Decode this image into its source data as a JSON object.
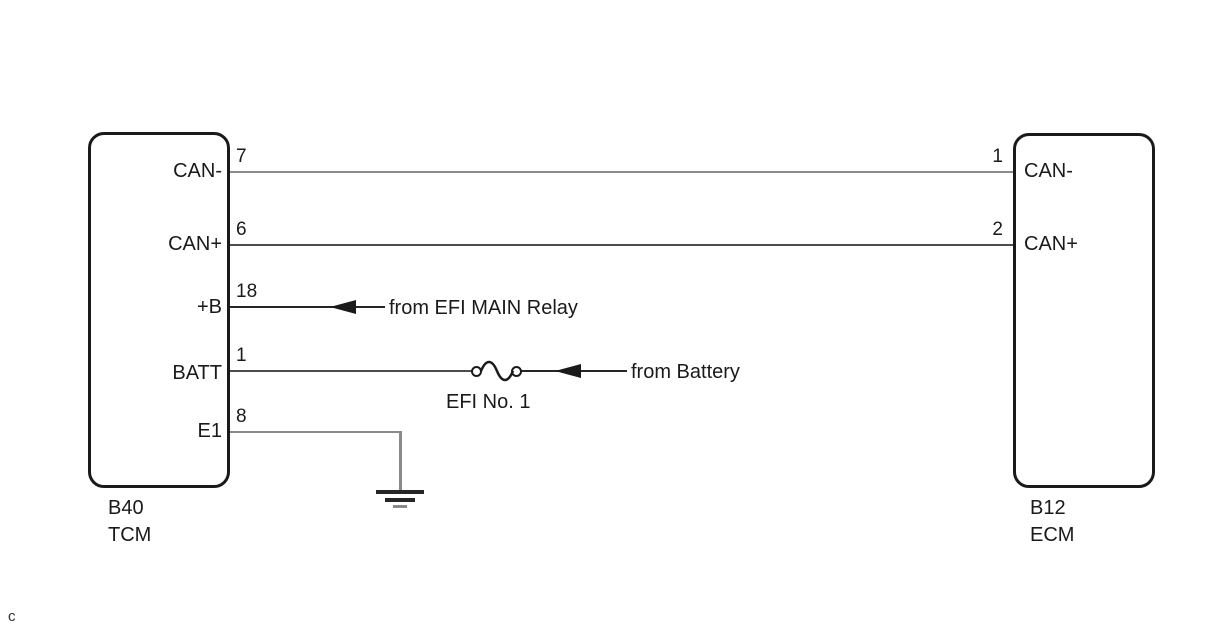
{
  "connectors": {
    "left": {
      "code": "B40",
      "name": "TCM",
      "pins": [
        {
          "label": "CAN-",
          "number": "7"
        },
        {
          "label": "CAN+",
          "number": "6"
        },
        {
          "label": "+B",
          "number": "18"
        },
        {
          "label": "BATT",
          "number": "1"
        },
        {
          "label": "E1",
          "number": "8"
        }
      ]
    },
    "right": {
      "code": "B12",
      "name": "ECM",
      "pins": [
        {
          "label": "CAN-",
          "number": "1"
        },
        {
          "label": "CAN+",
          "number": "2"
        }
      ]
    }
  },
  "annotations": {
    "efi_main_relay": "from EFI MAIN Relay",
    "from_battery": "from Battery",
    "fuse_label": "EFI No. 1"
  },
  "footnote": "c",
  "colors": {
    "ink": "#1a1a1a",
    "wire_gray": "#8a8a8a",
    "wire_dark": "#4d4d4d",
    "wire_black": "#262626",
    "background": "#ffffff"
  }
}
